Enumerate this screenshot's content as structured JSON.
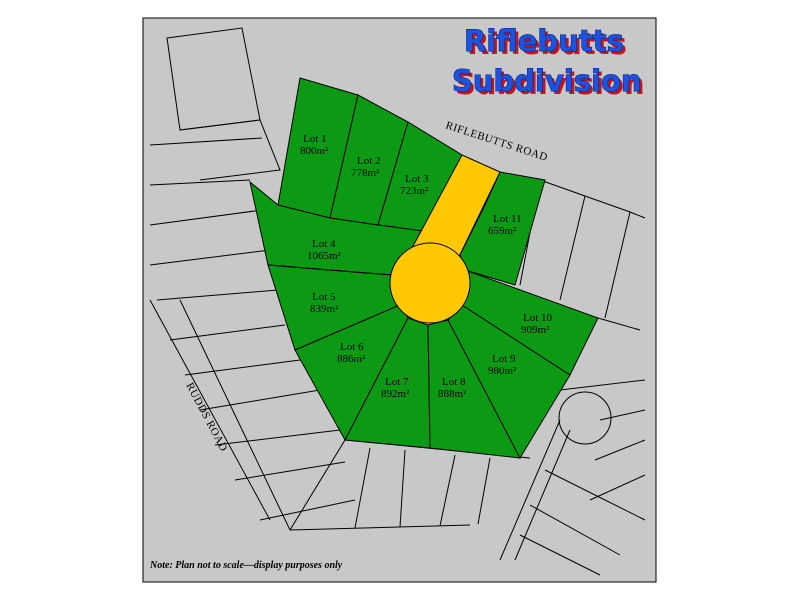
{
  "title": {
    "line1": "Riflebutts",
    "line2": "Subdivision"
  },
  "roads": {
    "riflebutts": "RIFLEBUTTS ROAD",
    "rudds": "RUDDS ROAD"
  },
  "note": "Note: Plan not to scale—display purposes only",
  "lots": [
    {
      "id": "lot-1",
      "name": "Lot 1",
      "area": "800m²"
    },
    {
      "id": "lot-2",
      "name": "Lot 2",
      "area": "778m²"
    },
    {
      "id": "lot-3",
      "name": "Lot 3",
      "area": "723m²"
    },
    {
      "id": "lot-4",
      "name": "Lot 4",
      "area": "1065m²"
    },
    {
      "id": "lot-5",
      "name": "Lot 5",
      "area": "839m²"
    },
    {
      "id": "lot-6",
      "name": "Lot 6",
      "area": "886m²"
    },
    {
      "id": "lot-7",
      "name": "Lot 7",
      "area": "892m²"
    },
    {
      "id": "lot-8",
      "name": "Lot 8",
      "area": "888m²"
    },
    {
      "id": "lot-9",
      "name": "Lot 9",
      "area": "980m²"
    },
    {
      "id": "lot-10",
      "name": "Lot 10",
      "area": "909m²"
    },
    {
      "id": "lot-11",
      "name": "Lot 11",
      "area": "659m²"
    }
  ],
  "colors": {
    "background": "#c8c8c8",
    "lots": "#0c9a14",
    "cul_de_sac": "#ffc800",
    "outline": "#000000",
    "title": "#1b52e0",
    "title_shadow": "#c0161c"
  }
}
